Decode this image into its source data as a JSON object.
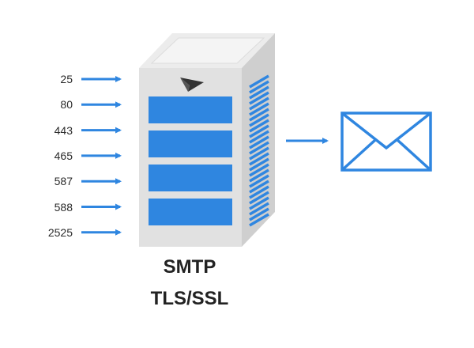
{
  "ports": [
    "25",
    "80",
    "443",
    "465",
    "587",
    "588",
    "2525"
  ],
  "server": {
    "logo_icon": "paper-plane-icon",
    "drive_bays": 4
  },
  "output_icon": "envelope-icon",
  "caption": {
    "line1": "SMTP",
    "line2": "TLS/SSL"
  },
  "colors": {
    "accent_blue": "#2f86e0",
    "server_front": "#e1e1e1",
    "server_side": "#cfcfcf",
    "server_top": "#eaeaea",
    "text": "#222222"
  }
}
